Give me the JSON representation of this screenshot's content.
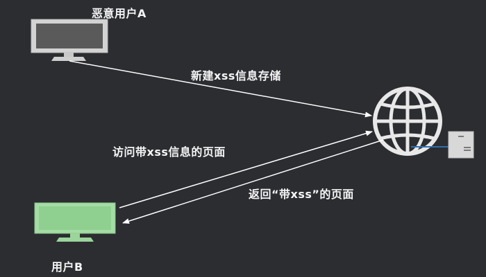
{
  "nodes": {
    "user_a": {
      "label": "恶意用户A",
      "monitor_color": "#cfcfcf"
    },
    "user_b": {
      "label": "用户B",
      "monitor_color": "#9bd59b"
    },
    "server": {
      "globe_color": "#e8e8e8",
      "box_color": "#d8d8d8"
    }
  },
  "edges": {
    "store": {
      "label": "新建xss信息存储"
    },
    "visit": {
      "label": "访问带xss信息的页面"
    },
    "return": {
      "label": "返回“带xss”的页面"
    }
  },
  "colors": {
    "background": "#2b2d31",
    "arrow": "#ffffff",
    "text": "#f5f5f5",
    "accent_line": "#2f6fb0"
  }
}
